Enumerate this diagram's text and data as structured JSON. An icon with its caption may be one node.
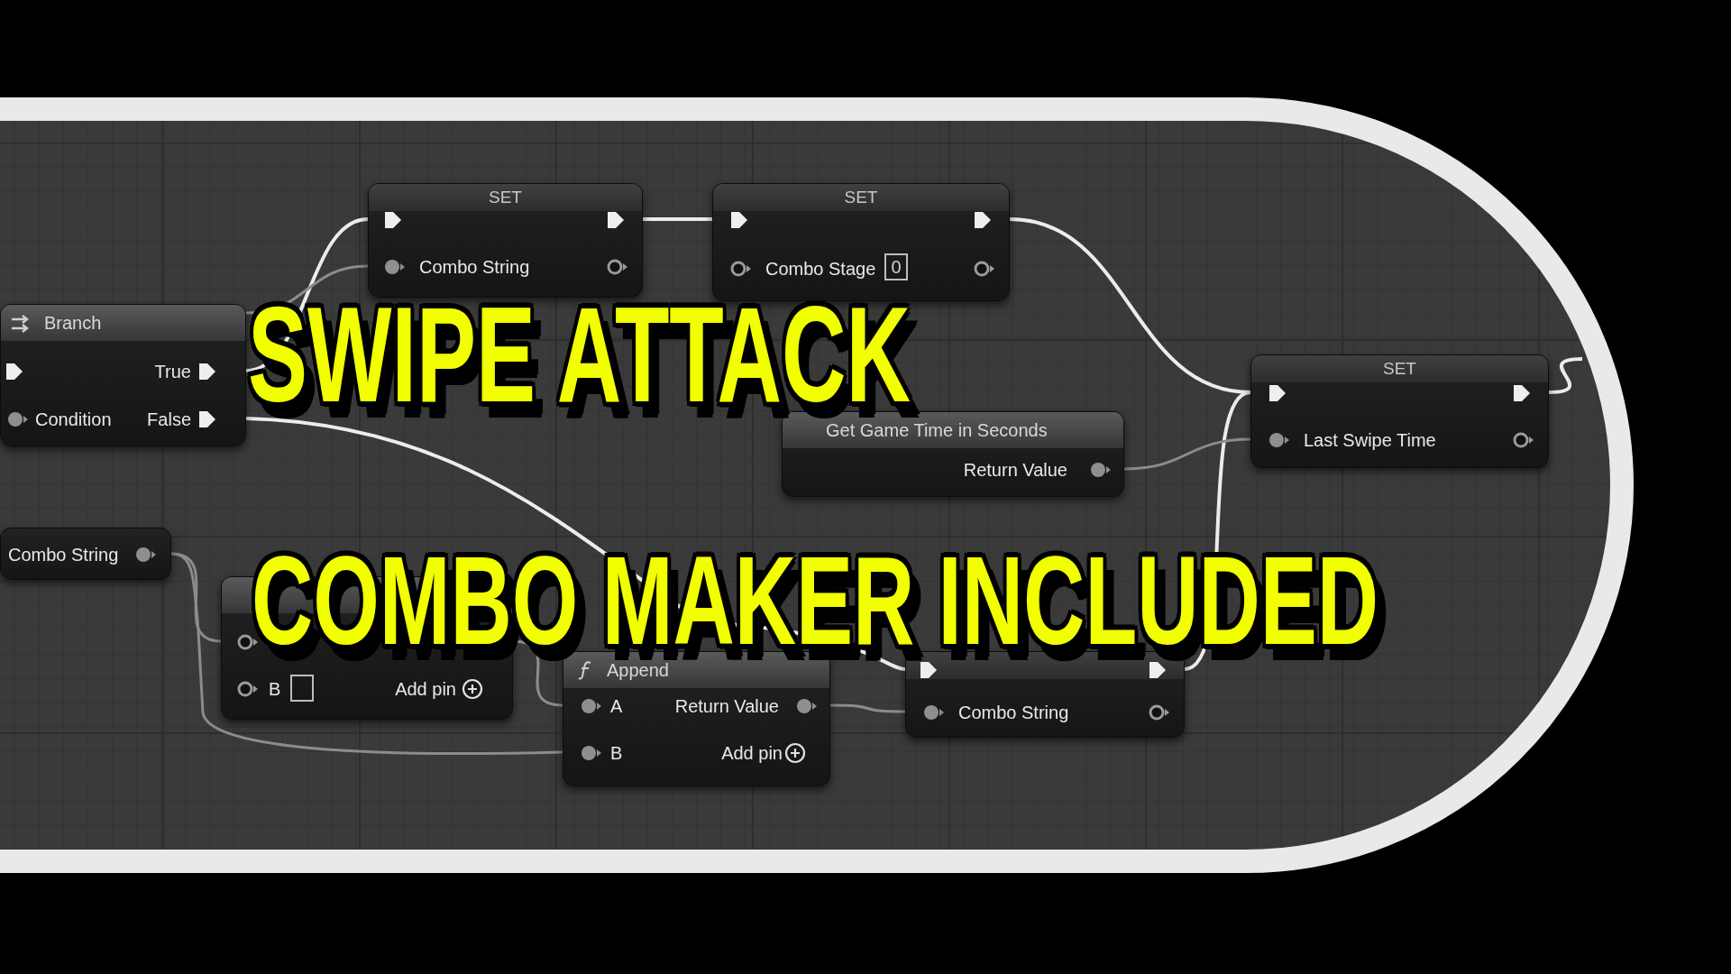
{
  "diagram": {
    "title": "SWIPE ATTACK",
    "nodes": [
      {
        "text": [
          "Branch",
          "True",
          "Condition",
          "False"
        ]
      },
      {
        "text": [
          "SET",
          "Combo String"
        ]
      },
      {
        "text": [
          "SET",
          "Combo Stage",
          "0"
        ]
      },
      {
        "text": [
          "Get Game Time in Seconds",
          "Return Value"
        ]
      },
      {
        "text": [
          "SET",
          "Last Swipe Time"
        ]
      },
      {
        "text": [
          "Combo String"
        ]
      },
      {
        "text": [
          "B",
          "Add pin"
        ]
      },
      {
        "text": [
          "Append",
          "A",
          "Return Value",
          "B",
          "Add pin"
        ]
      },
      {
        "text": [
          "Combo String"
        ]
      }
    ],
    "edges": [
      {
        "from": 0,
        "to": 1,
        "arrow": "none"
      },
      {
        "from": 1,
        "to": 2,
        "arrow": "none"
      },
      {
        "from": 2,
        "to": 4,
        "arrow": "none"
      },
      {
        "from": 0,
        "to": 8,
        "arrow": "none"
      },
      {
        "from": 8,
        "to": 4,
        "arrow": "none"
      },
      {
        "from": 4,
        "to": null,
        "arrow": "none"
      },
      {
        "from": 3,
        "to": 4,
        "arrow": "none",
        "color": "#8c8c8c"
      },
      {
        "from": 5,
        "to": 6,
        "arrow": "none",
        "color": "#8c8c8c"
      },
      {
        "from": 5,
        "to": 7,
        "arrow": "none",
        "color": "#8c8c8c"
      },
      {
        "from": 6,
        "to": 7,
        "arrow": "none",
        "color": "#8c8c8c"
      },
      {
        "from": 7,
        "to": 8,
        "arrow": "none",
        "color": "#8c8c8c"
      },
      {
        "from": 0,
        "to": 1,
        "arrow": "none",
        "color": "#8c8c8c"
      }
    ],
    "labels": [
      "COMBO MAKER INCLUDED"
    ]
  }
}
